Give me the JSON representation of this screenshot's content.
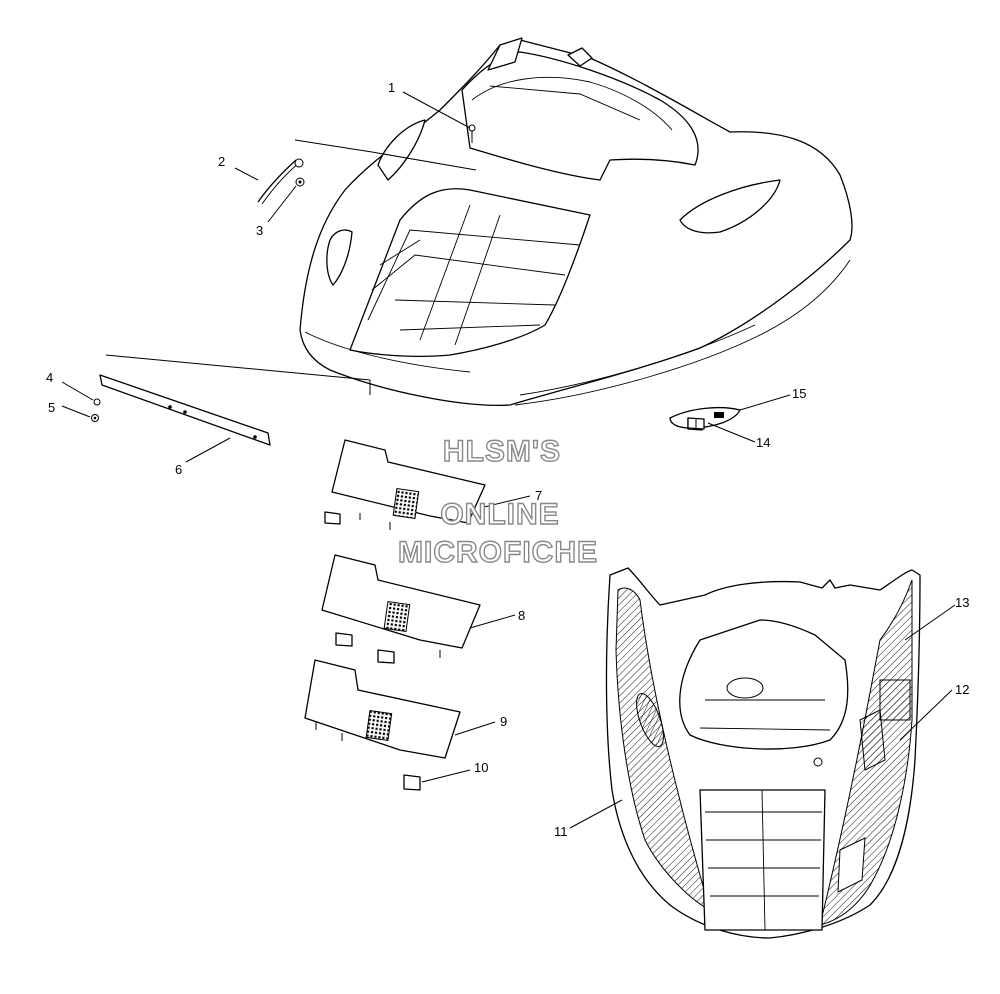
{
  "callouts": [
    {
      "id": "1",
      "label": "1"
    },
    {
      "id": "2",
      "label": "2"
    },
    {
      "id": "3",
      "label": "3"
    },
    {
      "id": "4",
      "label": "4"
    },
    {
      "id": "5",
      "label": "5"
    },
    {
      "id": "6",
      "label": "6"
    },
    {
      "id": "7",
      "label": "7"
    },
    {
      "id": "8",
      "label": "8"
    },
    {
      "id": "9",
      "label": "9"
    },
    {
      "id": "10",
      "label": "10"
    },
    {
      "id": "11",
      "label": "11"
    },
    {
      "id": "12",
      "label": "12"
    },
    {
      "id": "13",
      "label": "13"
    },
    {
      "id": "14",
      "label": "14"
    },
    {
      "id": "15",
      "label": "15"
    }
  ],
  "watermark": {
    "line1": "HLSM'S",
    "line2": "ONLINE",
    "line3": "MICROFICHE"
  }
}
